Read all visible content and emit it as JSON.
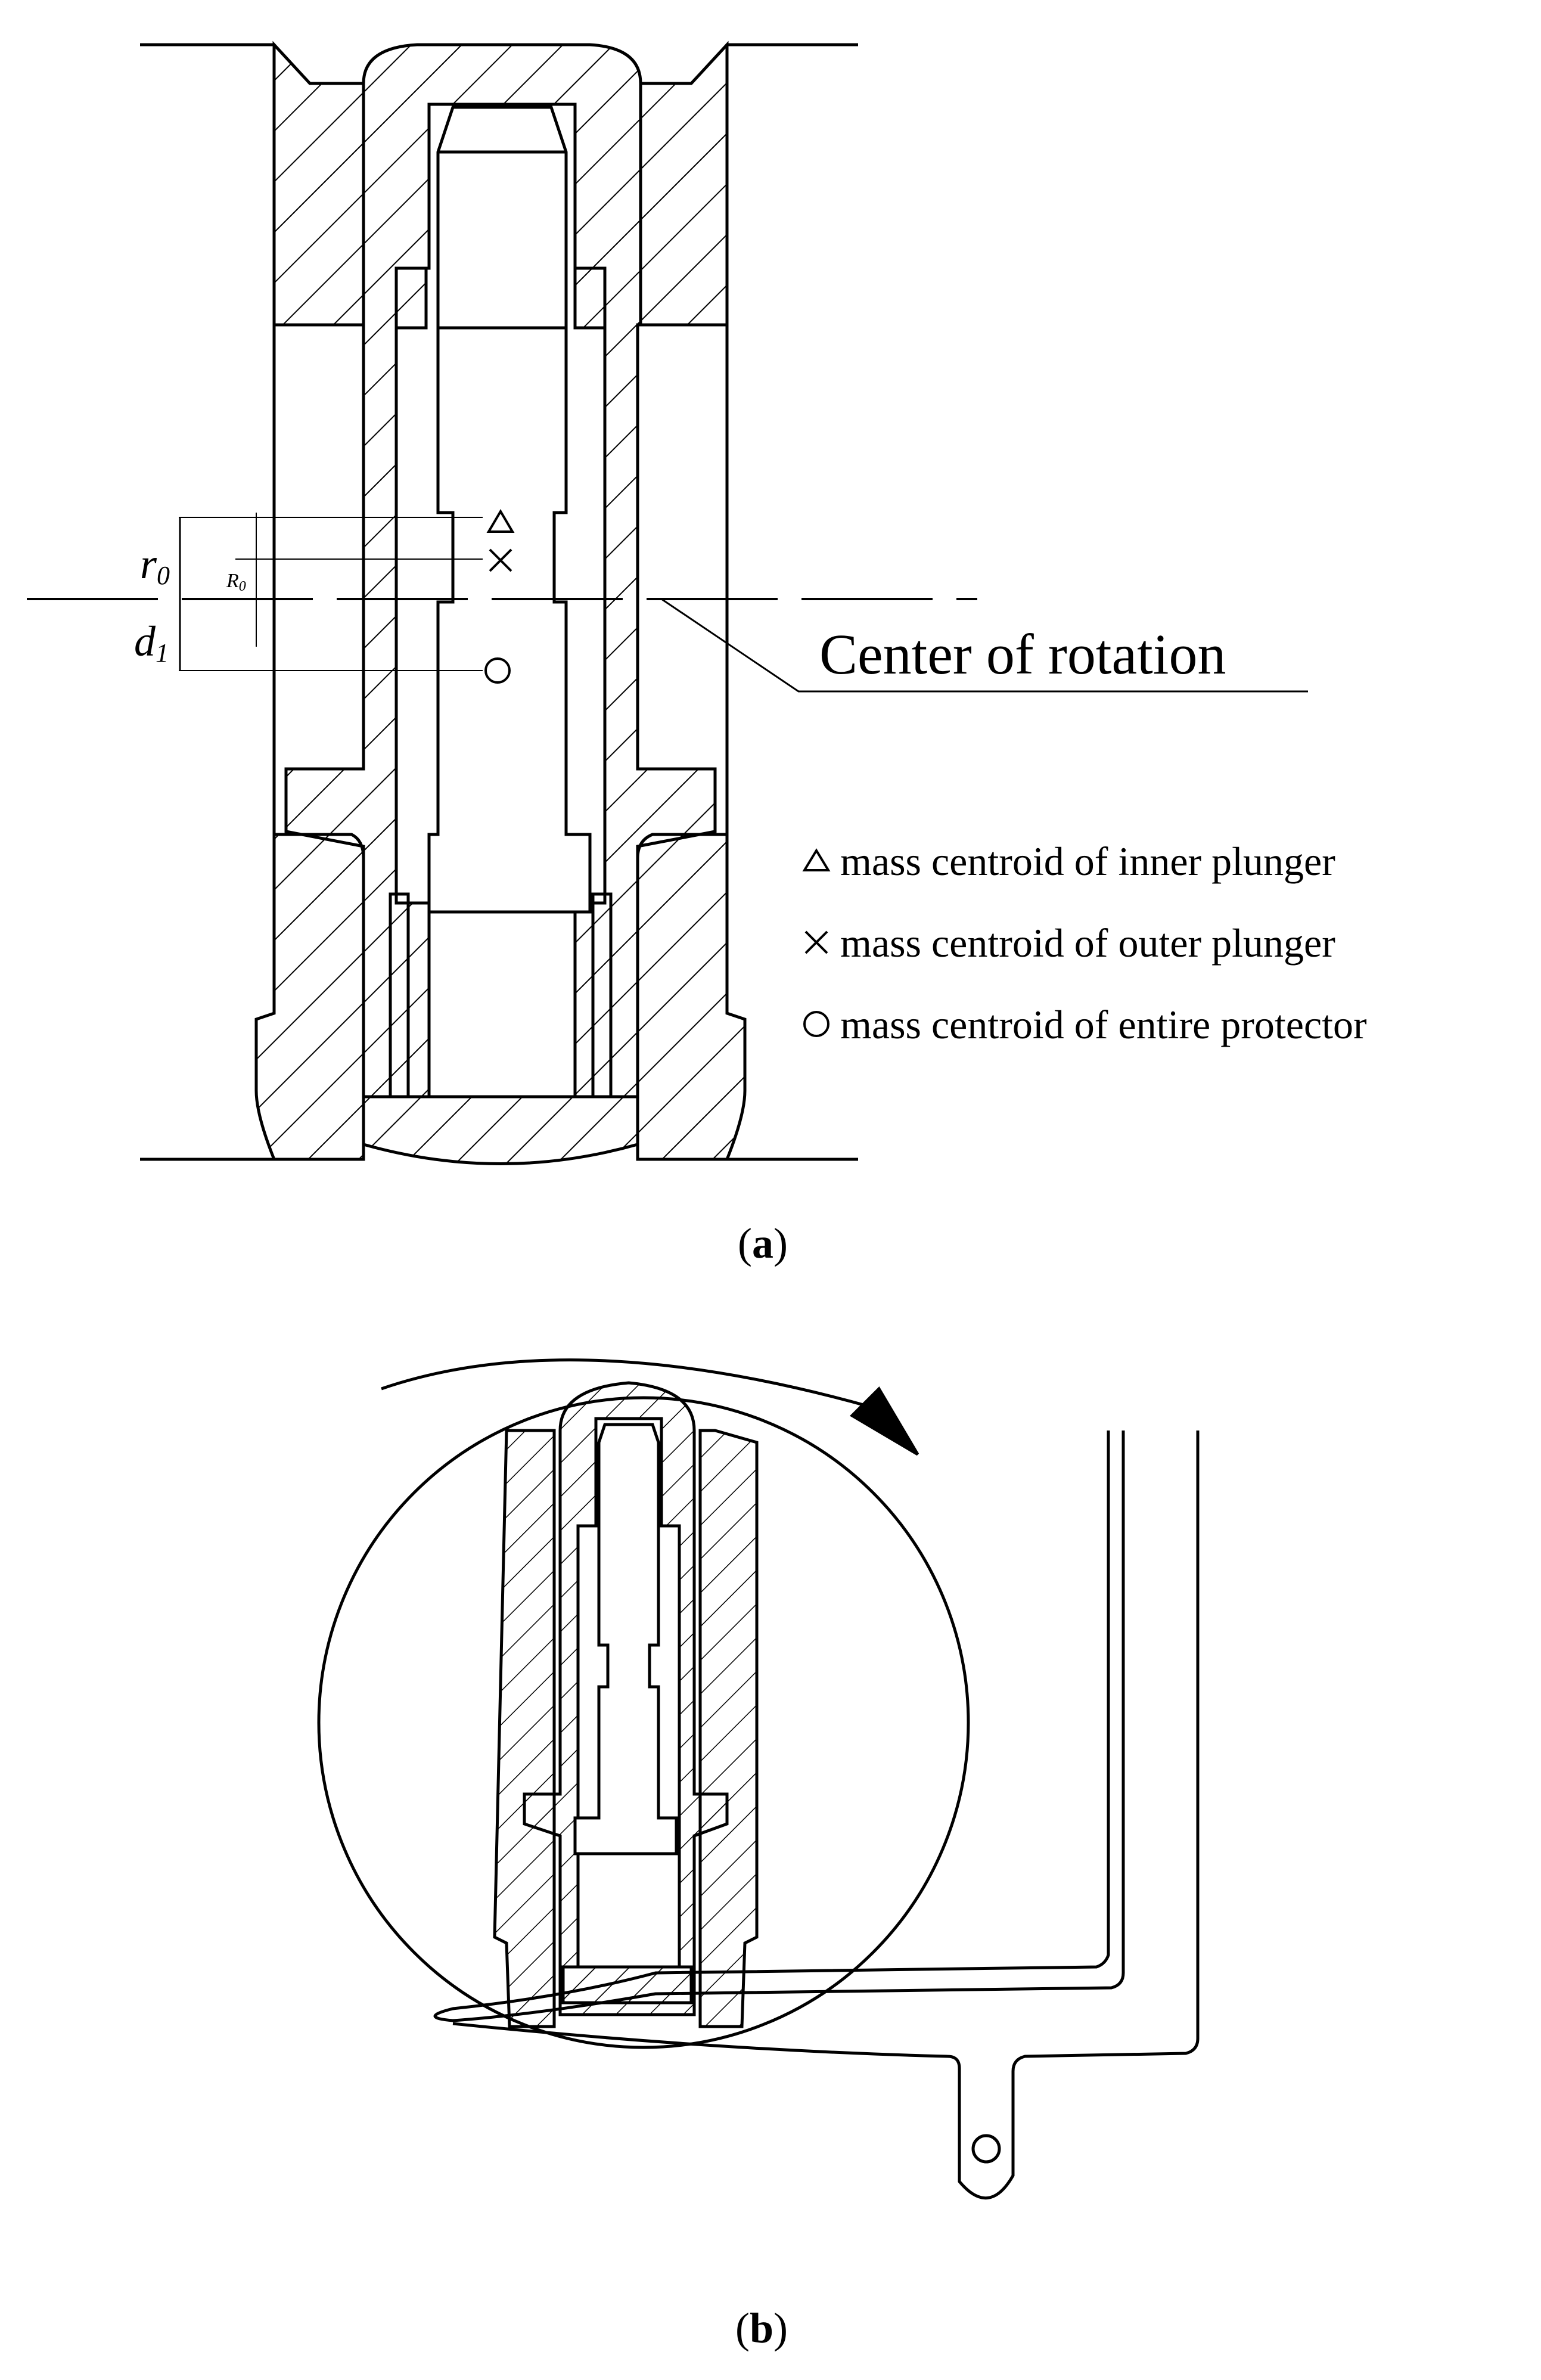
{
  "figure_a": {
    "label": "a",
    "center_label": "Center of rotation",
    "dim_r0": "r",
    "dim_r0_sub": "0",
    "dim_R0": "R",
    "dim_R0_sub": "0",
    "dim_d1": "d",
    "dim_d1_sub": "1",
    "legend": [
      {
        "symbol": "triangle",
        "text": "mass centroid of inner plunger"
      },
      {
        "symbol": "cross",
        "text": "mass centroid of outer plunger"
      },
      {
        "symbol": "circle",
        "text": "mass centroid of entire protector"
      }
    ]
  },
  "figure_b": {
    "label": "b"
  }
}
